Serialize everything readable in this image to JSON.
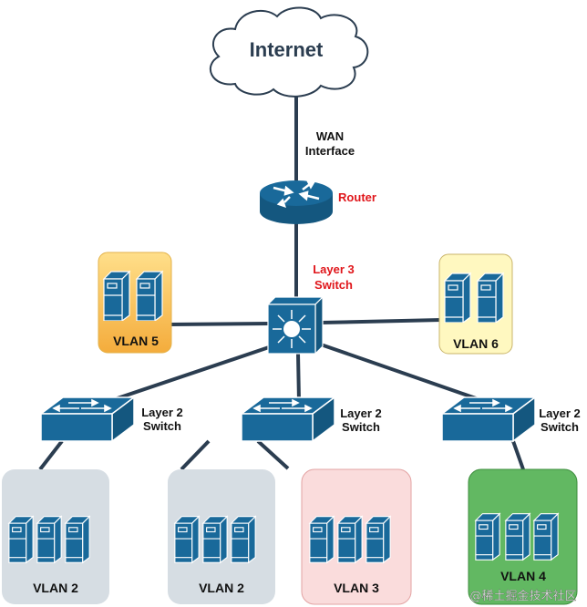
{
  "cloud": {
    "label": "Internet"
  },
  "wan": {
    "line1": "WAN",
    "line2": "Interface"
  },
  "router": {
    "label": "Router"
  },
  "l3switch": {
    "line1": "Layer 3",
    "line2": "Switch"
  },
  "l2switches": [
    {
      "line1": "Layer 2",
      "line2": "Switch"
    },
    {
      "line1": "Layer 2",
      "line2": "Switch"
    },
    {
      "line1": "Layer 2",
      "line2": "Switch"
    }
  ],
  "vlans": [
    {
      "label": "VLAN 5",
      "color": "#f9c45a"
    },
    {
      "label": "VLAN 6",
      "color": "#fff8c0"
    },
    {
      "label": "VLAN 2",
      "color": "#d6dde3"
    },
    {
      "label": "VLAN 2",
      "color": "#d6dde3"
    },
    {
      "label": "VLAN 3",
      "color": "#fadcdc"
    },
    {
      "label": "VLAN 4",
      "color": "#62b862"
    }
  ],
  "watermark": "@稀土掘金技术社区",
  "colors": {
    "device": "#19699a",
    "link": "#2b3d50",
    "accent_label": "#e0161b"
  }
}
